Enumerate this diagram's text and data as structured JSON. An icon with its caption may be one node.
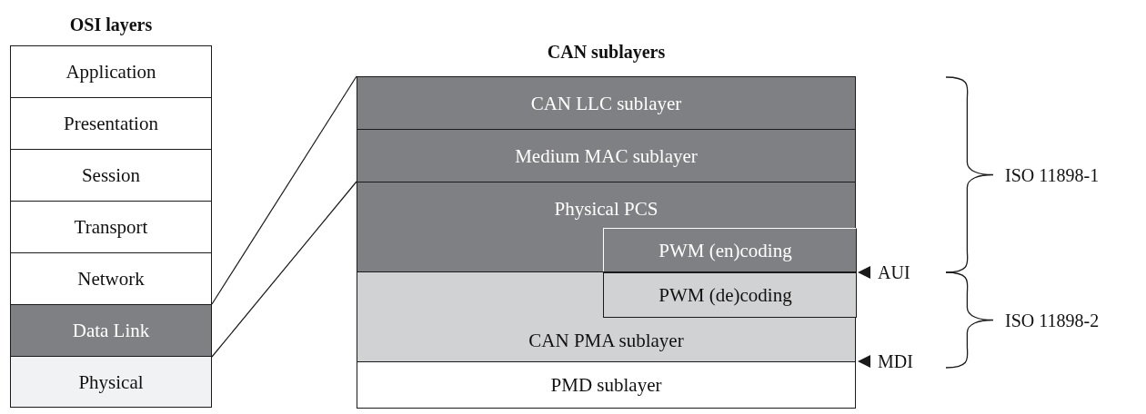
{
  "diagram": {
    "nodes": [
      {
        "text": [
          "OSI layers"
        ]
      },
      {
        "text": [
          "Application"
        ],
        "in": 0
      },
      {
        "text": [
          "Presentation"
        ],
        "in": 0
      },
      {
        "text": [
          "Session"
        ],
        "in": 0
      },
      {
        "text": [
          "Transport"
        ],
        "in": 0
      },
      {
        "text": [
          "Network"
        ],
        "in": 0
      },
      {
        "text": [
          "Data Link"
        ],
        "in": 0
      },
      {
        "text": [
          "Physical"
        ],
        "in": 0
      },
      {
        "text": [
          "CAN sublayers"
        ]
      },
      {
        "text": [
          "CAN LLC sublayer"
        ],
        "in": 8
      },
      {
        "text": [
          "Medium MAC sublayer"
        ],
        "in": 8
      },
      {
        "text": [
          "Physical PCS"
        ],
        "in": 8
      },
      {
        "text": [
          "PWM (en)coding"
        ],
        "in": 11
      },
      {
        "text": [
          "CAN PMA sublayer"
        ],
        "in": 8
      },
      {
        "text": [
          "PWM (de)coding"
        ],
        "in": 13
      },
      {
        "text": [
          "PMD sublayer"
        ],
        "in": 8
      }
    ],
    "edges": [
      {
        "from": 6,
        "to": 9,
        "arrow": "none"
      },
      {
        "from": 6,
        "to": 11,
        "arrow": "none"
      }
    ],
    "labels": [
      "ISO 11898-1",
      "AUI",
      "ISO 11898-2",
      "MDI"
    ]
  }
}
